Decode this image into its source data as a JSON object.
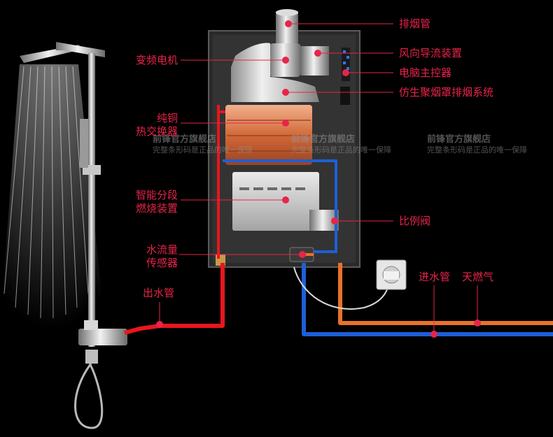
{
  "labels": {
    "exhaust_pipe": "排烟管",
    "wind_guide": "风向导流装置",
    "computer_controller": "电脑主控器",
    "bionic_hood": "仿生聚烟罩排烟系统",
    "vf_motor": "变频电机",
    "copper_hx_line1": "纯铜",
    "copper_hx_line2": "热交换器",
    "segmented_burner_line1": "智能分段",
    "segmented_burner_line2": "燃烧装置",
    "proportional_valve": "比例阀",
    "flow_sensor_line1": "水流量",
    "flow_sensor_line2": "传感器",
    "water_outlet": "出水管",
    "water_inlet": "进水管",
    "natural_gas": "天燃气"
  },
  "watermarks": [
    {
      "title": "前锋官方旗舰店",
      "subtitle": "完整条形码是正品的唯一保障"
    },
    {
      "title": "前锋官方旗舰店",
      "subtitle": "完整条形码是正品的唯一保障"
    },
    {
      "title": "前锋官方旗舰店",
      "subtitle": "完整条形码是正品的唯一保障"
    }
  ],
  "colors": {
    "background": "#000000",
    "label_red": "#e8244a",
    "hot_pipe": "#e8161e",
    "cold_pipe": "#1e5fd6",
    "gas_pipe": "#e8722a",
    "copper": "#d8764a",
    "steel": "#c9c9c9"
  }
}
